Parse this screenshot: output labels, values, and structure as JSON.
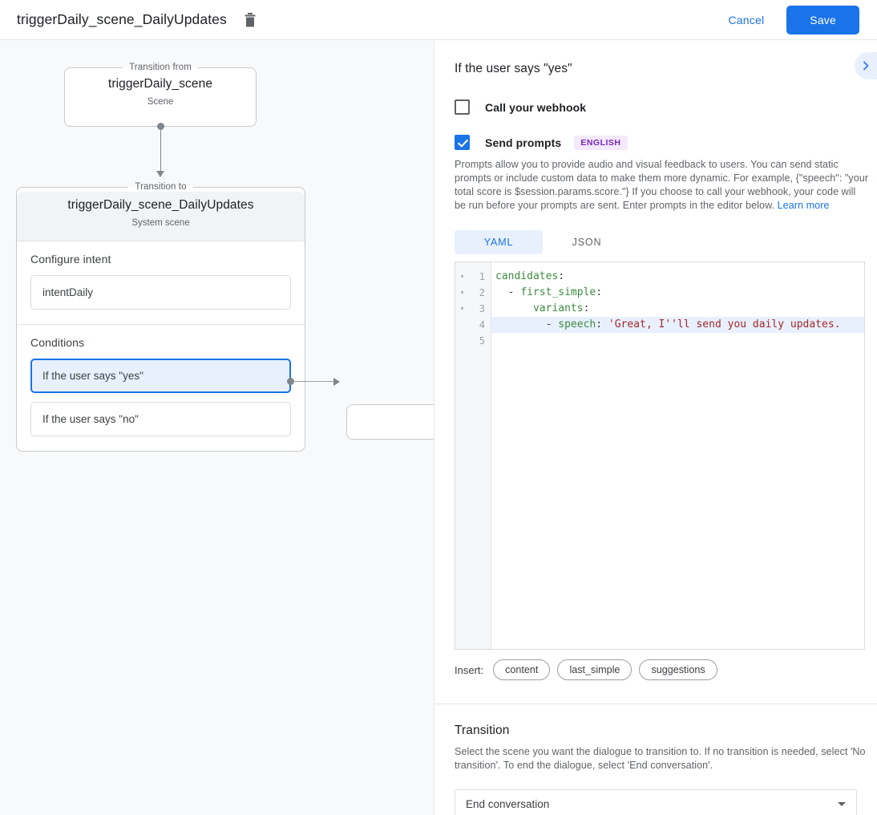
{
  "topbar": {
    "title": "triggerDaily_scene_DailyUpdates",
    "delete_icon": "trash-icon",
    "cancel_label": "Cancel",
    "save_label": "Save"
  },
  "canvas": {
    "from_node": {
      "legend": "Transition from",
      "title": "triggerDaily_scene",
      "subtitle": "Scene"
    },
    "to_node": {
      "legend": "Transition to",
      "title": "triggerDaily_scene_DailyUpdates",
      "subtitle": "System scene"
    },
    "intent_section": {
      "label": "Configure intent",
      "value": "intentDaily"
    },
    "conditions_section": {
      "label": "Conditions",
      "items": [
        {
          "label": "If the user says \"yes\"",
          "selected": true
        },
        {
          "label": "If the user says \"no\"",
          "selected": false
        }
      ]
    }
  },
  "panel": {
    "title": "If the user says \"yes\"",
    "expand_icon": "chevron-right-icon",
    "webhook": {
      "label": "Call your webhook",
      "checked": false
    },
    "prompts": {
      "label": "Send prompts",
      "checked": true,
      "badge": "ENGLISH",
      "description": "Prompts allow you to provide audio and visual feedback to users. You can send static prompts or include custom data to make them more dynamic. For example, {\"speech\": \"your total score is $session.params.score.\"} If you choose to call your webhook, your code will be run before your prompts are sent. Enter prompts in the editor below. ",
      "learn_more": "Learn more"
    },
    "editor_tabs": [
      {
        "label": "YAML",
        "active": true
      },
      {
        "label": "JSON",
        "active": false
      }
    ],
    "editor": {
      "lines": [
        {
          "n": "1",
          "fold": "▾",
          "highlight": false,
          "tokens": [
            {
              "t": "candidates",
              "c": "key"
            },
            {
              "t": ":",
              "c": "pun"
            }
          ]
        },
        {
          "n": "2",
          "fold": "▾",
          "highlight": false,
          "tokens": [
            {
              "t": "  - ",
              "c": "pun"
            },
            {
              "t": "first_simple",
              "c": "key"
            },
            {
              "t": ":",
              "c": "pun"
            }
          ]
        },
        {
          "n": "3",
          "fold": "▾",
          "highlight": false,
          "tokens": [
            {
              "t": "      ",
              "c": "pun"
            },
            {
              "t": "variants",
              "c": "key"
            },
            {
              "t": ":",
              "c": "pun"
            }
          ]
        },
        {
          "n": "4",
          "fold": "",
          "highlight": true,
          "tokens": [
            {
              "t": "        - ",
              "c": "pun"
            },
            {
              "t": "speech",
              "c": "key"
            },
            {
              "t": ": ",
              "c": "pun"
            },
            {
              "t": "'Great, I''ll send you daily updates.",
              "c": "str"
            }
          ]
        },
        {
          "n": "5",
          "fold": "",
          "highlight": false,
          "tokens": []
        }
      ]
    },
    "insert": {
      "label": "Insert:",
      "chips": [
        "content",
        "last_simple",
        "suggestions"
      ]
    },
    "transition": {
      "title": "Transition",
      "description": "Select the scene you want the dialogue to transition to. If no transition is needed, select 'No transition'. To end the dialogue, select 'End conversation'.",
      "selected": "End conversation",
      "caret_icon": "chevron-down-icon"
    }
  },
  "colors": {
    "accent": "#1a73e8",
    "selected_bg": "#e8f0fe",
    "canvas_bg": "#f8f9fa",
    "badge_bg": "#f5e9fd",
    "badge_fg": "#7627bb"
  }
}
